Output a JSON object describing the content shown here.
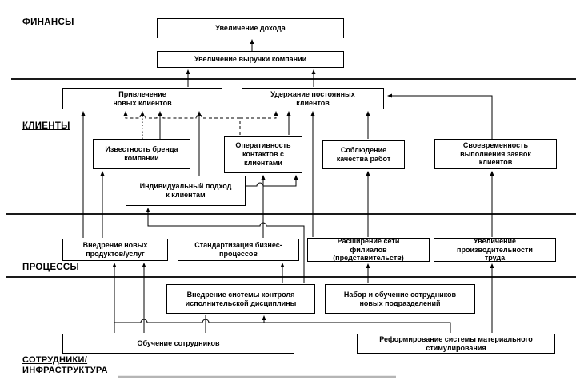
{
  "zones": {
    "finance": {
      "label": "ФИНАНСЫ"
    },
    "clients": {
      "label": "КЛИЕНТЫ"
    },
    "processes": {
      "label": "ПРОЦЕССЫ"
    },
    "staff": {
      "label": "СОТРУДНИКИ/\nИНФРАСТРУКТУРА"
    }
  },
  "nodes": {
    "increase_income": {
      "label": "Увеличение дохода",
      "zone": "finance"
    },
    "increase_revenue": {
      "label": "Увеличение выручки компании",
      "zone": "finance"
    },
    "attract_new_clients": {
      "label": "Привлечение\nновых клиентов",
      "zone": "clients"
    },
    "retain_clients": {
      "label": "Удержание постоянных\nклиентов",
      "zone": "clients"
    },
    "brand_awareness": {
      "label": "Известность бренда\nкомпании",
      "zone": "clients"
    },
    "contact_responsiveness": {
      "label": "Оперативность\nконтактов с\nклиентами",
      "zone": "clients"
    },
    "work_quality": {
      "label": "Соблюдение\nкачества работ",
      "zone": "clients"
    },
    "individual_approach": {
      "label": "Индивидуальный подход\nк клиентам",
      "zone": "clients"
    },
    "timely_fulfillment": {
      "label": "Своевременность\nвыполнения заявок\nклиентов",
      "zone": "clients"
    },
    "new_products": {
      "label": "Внедрение новых\nпродуктов/услуг",
      "zone": "processes"
    },
    "process_standardization": {
      "label": "Стандартизация бизнес-\nпроцессов",
      "zone": "processes"
    },
    "branch_network": {
      "label": "Расширение сети\nфилиалов\n(представительств)",
      "zone": "processes"
    },
    "labor_productivity": {
      "label": "Увеличение\nпроизводительности\nтруда",
      "zone": "processes"
    },
    "discipline_control": {
      "label": "Внедрение системы контроля\nисполнительской дисциплины",
      "zone": "processes"
    },
    "recruit_train_new_units": {
      "label": "Набор и обучение сотрудников\nновых подразделений",
      "zone": "processes"
    },
    "staff_training": {
      "label": "Обучение сотрудников",
      "zone": "staff"
    },
    "incentive_reform": {
      "label": "Реформирование системы материального\nстимулирования",
      "zone": "staff"
    }
  },
  "colors": {
    "line": "#000000",
    "divider": "#1a1a1a",
    "faint_line": "#b5b5b5",
    "box_border": "#000000",
    "background": "#ffffff"
  }
}
